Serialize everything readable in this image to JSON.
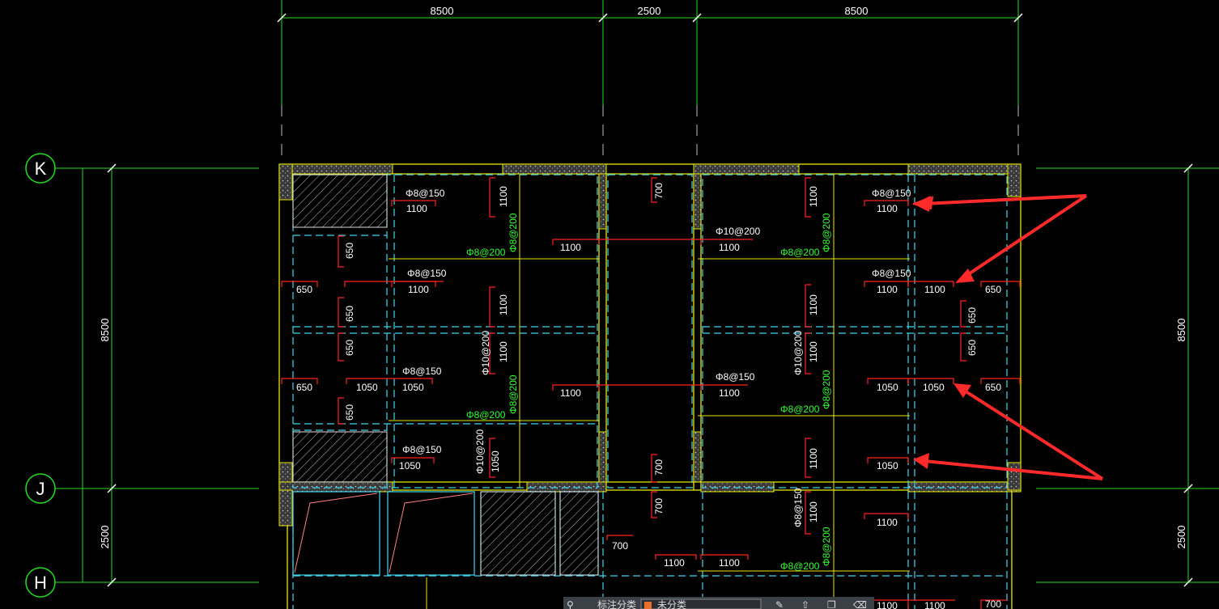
{
  "axes": {
    "k_label": "K",
    "j_label": "J",
    "h_label": "H"
  },
  "top_dims": [
    "8500",
    "2500",
    "8500"
  ],
  "side_dims": {
    "left_upper": "8500",
    "left_lower": "2500",
    "right_upper": "8500",
    "right_lower": "2500"
  },
  "left_rebar": {
    "r1_spec": "Φ8@150",
    "r1_len": "1100",
    "r2_spec": "Φ8@150",
    "r2_len": "1100",
    "r3_spec": "Φ8@150",
    "r3_len": "1050",
    "r4_spec": "Φ8@150",
    "r4_len": "1050",
    "v_spec_a": "Φ10@200",
    "v_spec_b": "Φ10@200",
    "v_1100_a": "1100",
    "v_1100_b": "1100",
    "v_1100_c": "1100",
    "v_1050": "1050",
    "g_200_a": "Φ8@200",
    "g_200_b": "Φ8@200",
    "gv_200_a": "Φ8@200",
    "gv_200_b": "Φ8@200",
    "mid_1100_a": "1100",
    "mid_1100_b": "1100",
    "left_650_a": "650",
    "left_650_b": "650",
    "left_1050": "1050",
    "v650_a": "650",
    "v650_b": "650",
    "v650_c": "650",
    "v650_d": "650"
  },
  "corridor": {
    "v700_a": "700",
    "v700_b": "700",
    "v700_c": "700",
    "h700": "700",
    "h1100": "1100"
  },
  "right_rebar": {
    "spec_a": "Φ10@200",
    "len_a": "1100",
    "spec_b": "Φ8@150",
    "len_b": "1100",
    "r1_spec": "Φ8@150",
    "r1_len": "1100",
    "r2_spec": "Φ8@150",
    "r2_len": "1100",
    "r2_side": "1100",
    "r2_650": "650",
    "r3_len": "1050",
    "r3_side": "1050",
    "r3_650": "650",
    "r4_len": "1050",
    "v_spec_a": "Φ10@200",
    "v_spec_b": "Φ8@150",
    "v_1100_a": "1100",
    "v_1100_b": "1100",
    "v_1100_c": "1100",
    "v_1100_d": "1100",
    "v_1100_e": "1100",
    "v650_a": "650",
    "v650_b": "650",
    "g_200_a": "Φ8@200",
    "g_200_b": "Φ8@200",
    "g_200_c": "Φ8@200",
    "gv_200_a": "Φ8@200",
    "gv_200_b": "Φ8@200",
    "gv_200_c": "Φ8@200",
    "low_1100_a": "1100",
    "low_1100_b": "1100",
    "low_1100_c": "1100",
    "bot_1100_a": "1100",
    "bot_1100_b": "1100",
    "bot_700": "700"
  },
  "toolbar": {
    "left_text": "标注分类",
    "dropdown_text": "未分类"
  },
  "colors": {
    "background": "#000000",
    "axis_green": "#22dd22",
    "wall_yellow": "#e8e800",
    "rebar_red": "#ff2020",
    "dash_cyan": "#3fd7ef",
    "arrow_red": "#ff2a2a",
    "text_white": "#ffffff",
    "label_green": "#33ff33"
  }
}
